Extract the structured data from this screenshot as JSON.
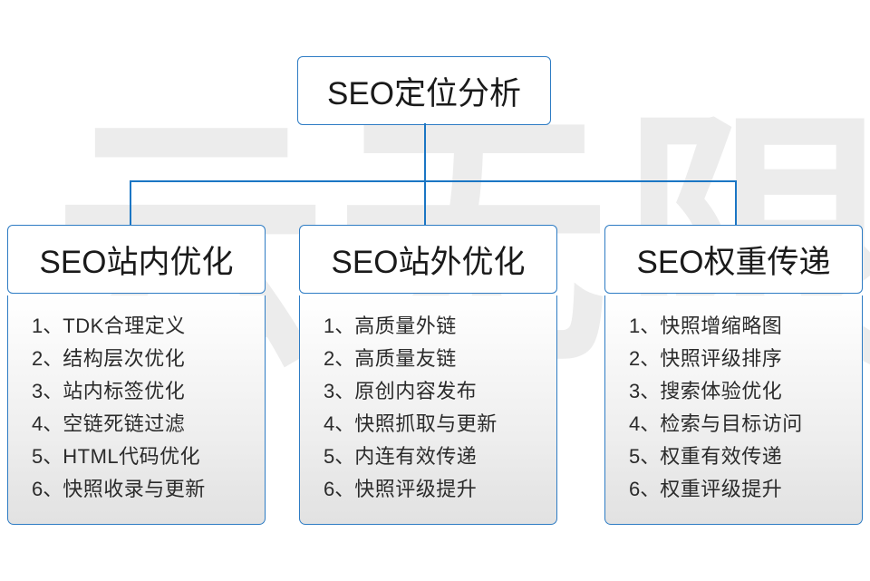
{
  "watermark": {
    "text": "云无限"
  },
  "colors": {
    "connector": "#1b76c4",
    "card_border": "#2e7cc4",
    "header_text": "#1a1a1a",
    "item_text": "#2b2b2b",
    "watermark": "#ececec"
  },
  "root": {
    "title": "SEO定位分析"
  },
  "branches": [
    {
      "title": "SEO站内优化",
      "items": [
        {
          "index": "1、",
          "label": "TDK合理定义"
        },
        {
          "index": "2、",
          "label": "结构层次优化"
        },
        {
          "index": "3、",
          "label": "站内标签优化"
        },
        {
          "index": "4、",
          "label": "空链死链过滤"
        },
        {
          "index": "5、",
          "label": "HTML代码优化"
        },
        {
          "index": "6、",
          "label": "快照收录与更新"
        }
      ]
    },
    {
      "title": "SEO站外优化",
      "items": [
        {
          "index": "1、",
          "label": "高质量外链"
        },
        {
          "index": "2、",
          "label": "高质量友链"
        },
        {
          "index": "3、",
          "label": "原创内容发布"
        },
        {
          "index": "4、",
          "label": "快照抓取与更新"
        },
        {
          "index": "5、",
          "label": "内连有效传递"
        },
        {
          "index": "6、",
          "label": "快照评级提升"
        }
      ]
    },
    {
      "title": "SEO权重传递",
      "items": [
        {
          "index": "1、",
          "label": "快照增缩略图"
        },
        {
          "index": "2、",
          "label": "快照评级排序"
        },
        {
          "index": "3、",
          "label": "搜索体验优化"
        },
        {
          "index": "4、",
          "label": "检索与目标访问"
        },
        {
          "index": "5、",
          "label": "权重有效传递"
        },
        {
          "index": "6、",
          "label": "权重评级提升"
        }
      ]
    }
  ]
}
